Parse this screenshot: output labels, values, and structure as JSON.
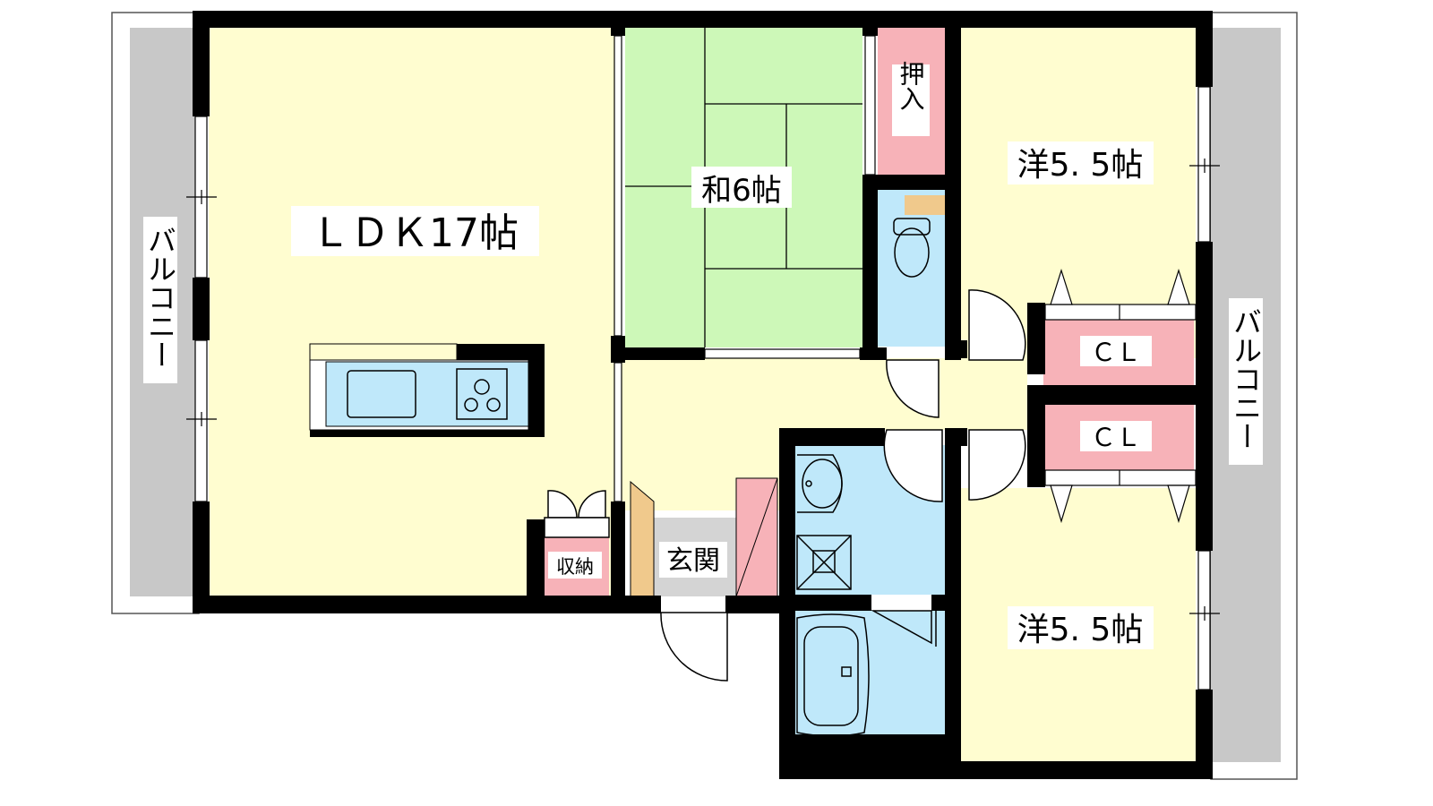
{
  "floor_plan": {
    "rooms": {
      "ldk": "ＬＤＫ17帖",
      "washitsu": "和6帖",
      "yoshitsu_upper": "洋5. 5帖",
      "yoshitsu_lower": "洋5. 5帖",
      "oshiire": "押入",
      "closet_upper": "ＣＬ",
      "closet_lower": "ＣＬ",
      "genkan": "玄関",
      "shuno": "収納"
    },
    "balconies": {
      "left": "バルコニー",
      "right": "バルコニー"
    },
    "colors": {
      "living": "#FFFDD0",
      "tatami": "#CDF8B8",
      "wet_area": "#BFE8FA",
      "storage": "#F7B2B8",
      "genkan": "#D4D4D4",
      "shoe_box": "#F0C98C",
      "balcony": "#C8C8C8",
      "wall": "#000000"
    }
  }
}
